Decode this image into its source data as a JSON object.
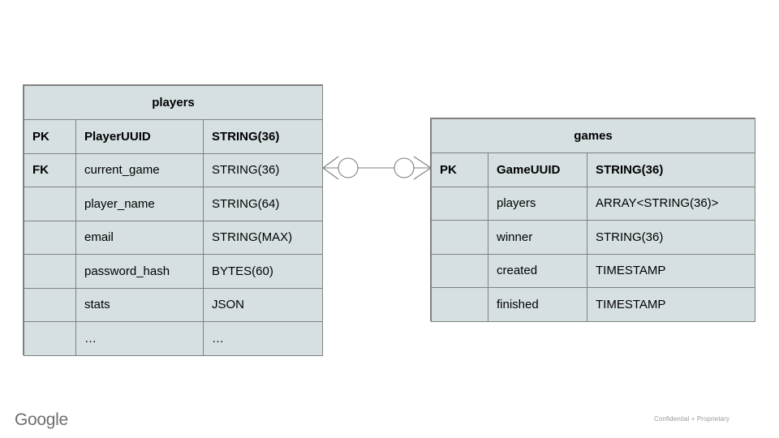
{
  "slide": {
    "background_color": "#ffffff",
    "accent_color": "#d6e0e2",
    "border_color": "#808080"
  },
  "entities": [
    {
      "name": "players",
      "title": "players",
      "rows": [
        {
          "key": "PK",
          "field": "PlayerUUID",
          "type": "STRING(36)",
          "bold": true
        },
        {
          "key": "FK",
          "field": "current_game",
          "type": "STRING(36)",
          "bold": false
        },
        {
          "key": "",
          "field": "player_name",
          "type": "STRING(64)",
          "bold": false
        },
        {
          "key": "",
          "field": "email",
          "type": "STRING(MAX)",
          "bold": false
        },
        {
          "key": "",
          "field": "password_hash",
          "type": "BYTES(60)",
          "bold": false
        },
        {
          "key": "",
          "field": "stats",
          "type": "JSON",
          "bold": false
        },
        {
          "key": "",
          "field": "…",
          "type": "…",
          "bold": false
        }
      ]
    },
    {
      "name": "games",
      "title": "games",
      "rows": [
        {
          "key": "PK",
          "field": "GameUUID",
          "type": "STRING(36)",
          "bold": true
        },
        {
          "key": "",
          "field": "players",
          "type": "ARRAY<STRING(36)>",
          "bold": false
        },
        {
          "key": "",
          "field": "winner",
          "type": "STRING(36)",
          "bold": false
        },
        {
          "key": "",
          "field": "created",
          "type": "TIMESTAMP",
          "bold": false
        },
        {
          "key": "",
          "field": "finished",
          "type": "TIMESTAMP",
          "bold": false
        }
      ]
    }
  ],
  "relationship": {
    "type": "many-to-many",
    "left_cardinality": "zero-or-many",
    "right_cardinality": "zero-or-many",
    "line_color": "#808080"
  },
  "footer": {
    "logo_text": "Google",
    "note": "Confidential + Proprietary"
  }
}
